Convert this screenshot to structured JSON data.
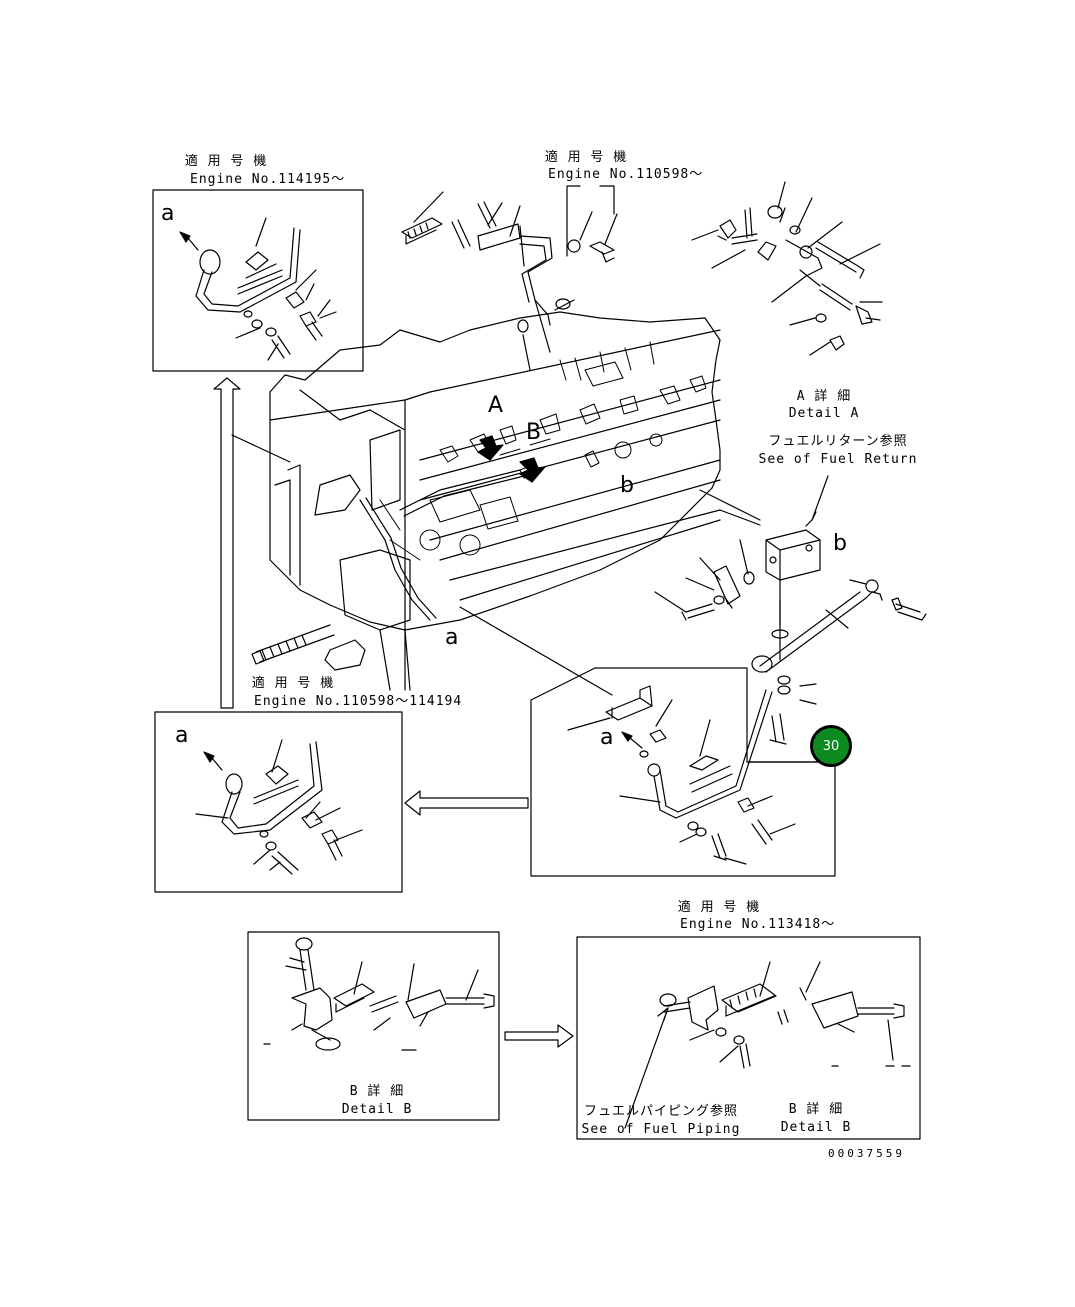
{
  "callouts": {
    "top_left": {
      "applicable": "適 用 号 機",
      "engine": "Engine No.114195～"
    },
    "top_center": {
      "applicable": "適 用 号 機",
      "engine": "Engine No.110598～"
    },
    "mid_left": {
      "applicable": "適 用 号 機",
      "engine": "Engine No.110598～114194"
    },
    "bottom_right": {
      "applicable": "適 用 号 機",
      "engine": "Engine No.113418～"
    }
  },
  "detail_a": {
    "jp": "A 詳 細",
    "en": "Detail A"
  },
  "fuel_return": {
    "jp": "フュエルリターン参照",
    "en": "See of Fuel Return"
  },
  "detail_b_left": {
    "jp": "B 詳 細",
    "en": "Detail B"
  },
  "detail_b_right": {
    "jp": "B 詳 細",
    "en": "Detail B"
  },
  "fuel_piping": {
    "jp": "フュエルパイピング参照",
    "en": "See of Fuel Piping"
  },
  "view_letters": {
    "a": "a",
    "b": "b",
    "A": "A",
    "B": "B"
  },
  "badge": {
    "number": "30",
    "color": "#0d8a1f"
  },
  "drawing_number": "00037559"
}
